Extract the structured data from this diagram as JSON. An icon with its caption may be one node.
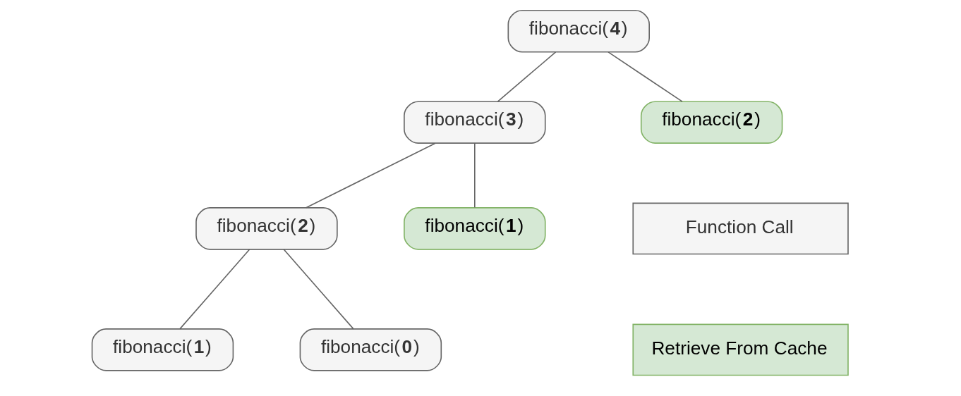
{
  "diagram": {
    "nodes": [
      {
        "text": [
          "fibonacci(**4**)"
        ]
      },
      {
        "text": [
          "fibonacci(**3**)"
        ]
      },
      {
        "text": [
          "fibonacci(**2**)"
        ]
      },
      {
        "text": [
          "fibonacci(**2**)"
        ]
      },
      {
        "text": [
          "fibonacci(**1**)"
        ]
      },
      {
        "text": [
          "fibonacci(**1**)"
        ]
      },
      {
        "text": [
          "fibonacci(**0**)"
        ]
      }
    ],
    "edges": [
      {
        "from": 0,
        "to": 1,
        "arrow": "none"
      },
      {
        "from": 0,
        "to": 2,
        "arrow": "none"
      },
      {
        "from": 1,
        "to": 3,
        "arrow": "none"
      },
      {
        "from": 1,
        "to": 4,
        "arrow": "none"
      },
      {
        "from": 3,
        "to": 5,
        "arrow": "none"
      },
      {
        "from": 3,
        "to": 6,
        "arrow": "none"
      }
    ],
    "legend": [
      {
        "text": "Function Call",
        "color": "#f5f5f5"
      },
      {
        "text": "Retrieve From Cache",
        "color": "#d5e8d4"
      }
    ]
  }
}
